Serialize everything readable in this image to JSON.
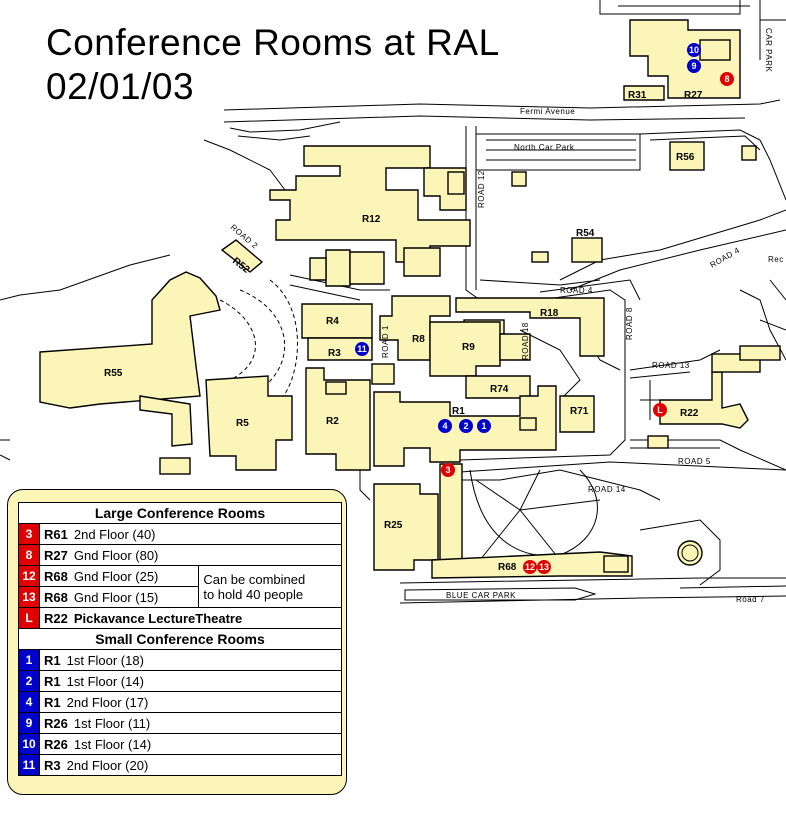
{
  "title": {
    "line1": "Conference Rooms at RAL",
    "line2": "02/01/03"
  },
  "colors": {
    "large": "#e00000",
    "small": "#0000cc",
    "building": "#fcf5b8"
  },
  "map": {
    "buildings": [
      {
        "id": "r12",
        "label": "R12"
      },
      {
        "id": "r27",
        "label": "R27"
      },
      {
        "id": "r31",
        "label": "R31"
      },
      {
        "id": "r56",
        "label": "R56"
      },
      {
        "id": "r54",
        "label": "R54"
      },
      {
        "id": "r52",
        "label": "R52"
      },
      {
        "id": "r18",
        "label": "R18"
      },
      {
        "id": "r4",
        "label": "R4"
      },
      {
        "id": "r3",
        "label": "R3"
      },
      {
        "id": "r8",
        "label": "R8"
      },
      {
        "id": "r9",
        "label": "R9"
      },
      {
        "id": "r74",
        "label": "R74"
      },
      {
        "id": "r1",
        "label": "R1"
      },
      {
        "id": "r71",
        "label": "R71"
      },
      {
        "id": "r22",
        "label": "R22"
      },
      {
        "id": "r55",
        "label": "R55"
      },
      {
        "id": "r5",
        "label": "R5"
      },
      {
        "id": "r2",
        "label": "R2"
      },
      {
        "id": "r25",
        "label": "R25"
      },
      {
        "id": "r68",
        "label": "R68"
      }
    ],
    "roads": {
      "fermi": "Fermi Avenue",
      "north_cp": "North Car Park",
      "blue_cp": "BLUE CAR PARK",
      "road7": "Road 7",
      "road12": "ROAD 12",
      "road4": "ROAD 4",
      "road4b": "ROAD 4",
      "road8": "ROAD 8",
      "road13": "ROAD 13",
      "road5": "ROAD 5",
      "road14": "ROAD 14",
      "road1": "ROAD 1",
      "road18": "ROAD 18",
      "road2": "ROAD 2",
      "road_ne": "Rec Car",
      "car_park": "CAR PARK"
    },
    "markers": [
      {
        "id": "m10",
        "text": "10",
        "type": "small"
      },
      {
        "id": "m9",
        "text": "9",
        "type": "small"
      },
      {
        "id": "m8",
        "text": "8",
        "type": "large"
      },
      {
        "id": "m11",
        "text": "11",
        "type": "small"
      },
      {
        "id": "m4",
        "text": "4",
        "type": "small"
      },
      {
        "id": "m2",
        "text": "2",
        "type": "small"
      },
      {
        "id": "m1",
        "text": "1",
        "type": "small"
      },
      {
        "id": "m3",
        "text": "3",
        "type": "large"
      },
      {
        "id": "mL",
        "text": "L",
        "type": "large"
      },
      {
        "id": "m12",
        "text": "12",
        "type": "large"
      },
      {
        "id": "m13",
        "text": "13",
        "type": "large"
      }
    ]
  },
  "legend": {
    "large_header": "Large Conference Rooms",
    "small_header": "Small Conference Rooms",
    "combined_note_1": "Can be combined",
    "combined_note_2": "to hold 40 people",
    "large": [
      {
        "num": "3",
        "bld": "R61",
        "desc": "2nd Floor (40)"
      },
      {
        "num": "8",
        "bld": "R27",
        "desc": "Gnd Floor (80)"
      },
      {
        "num": "12",
        "bld": "R68",
        "desc": "Gnd Floor (25)"
      },
      {
        "num": "13",
        "bld": "R68",
        "desc": "Gnd Floor (15)"
      },
      {
        "num": "L",
        "bld": "R22",
        "desc": "Pickavance LectureTheatre"
      }
    ],
    "small": [
      {
        "num": "1",
        "bld": "R1",
        "desc": "1st Floor (18)"
      },
      {
        "num": "2",
        "bld": "R1",
        "desc": "1st Floor (14)"
      },
      {
        "num": "4",
        "bld": "R1",
        "desc": "2nd Floor (17)"
      },
      {
        "num": "9",
        "bld": "R26",
        "desc": "1st Floor (11)"
      },
      {
        "num": "10",
        "bld": "R26",
        "desc": "1st Floor (14)"
      },
      {
        "num": "11",
        "bld": "R3",
        "desc": "2nd Floor (20)"
      }
    ]
  }
}
